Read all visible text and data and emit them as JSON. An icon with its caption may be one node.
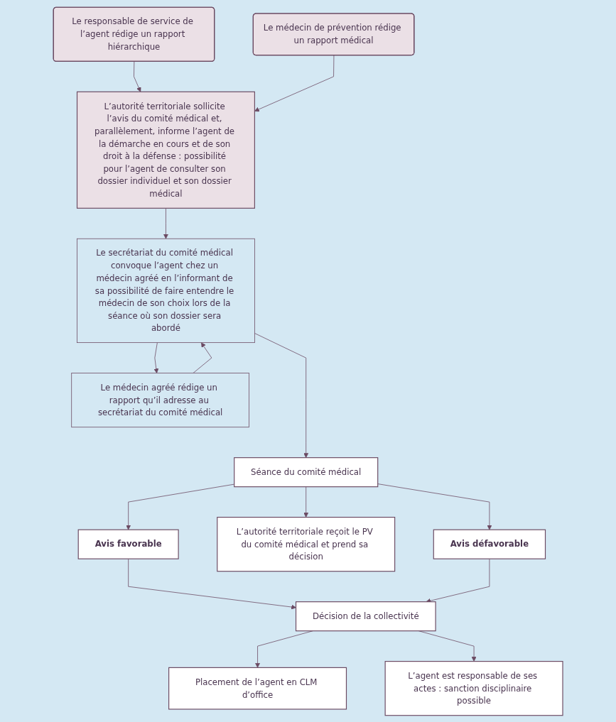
{
  "diagram": {
    "nodes": [
      {
        "text": [
          "Le responsable de service de l’agent rédige un rapport hiérarchique"
        ]
      },
      {
        "text": [
          "Le médecin de prévention rédige un rapport médical"
        ]
      },
      {
        "text": [
          "L’autorité territoriale sollicite l’avis du comité médical et, parallèlement, informe l’agent de la démarche en cours et de son droit à la défense : possibilité pour l’agent de consulter son dossier individuel et son dossier médical"
        ]
      },
      {
        "text": [
          "Le secrétariat du comité médical convoque l’agent chez un médecin agréé en l’informant de sa possibilité de faire entendre le médecin de son choix lors de la séance où son dossier sera abordé"
        ]
      },
      {
        "text": [
          "Le médecin agréé rédige un rapport qu’il adresse au secrétariat du comité médical"
        ]
      },
      {
        "text": [
          "Séance du comité médical"
        ]
      },
      {
        "text": [
          "Avis favorable"
        ]
      },
      {
        "text": [
          "Placement de l’agent en CLM d’office"
        ]
      },
      {
        "text": [
          "Décision de la collectivité"
        ]
      },
      {
        "text": [
          "L’autorité territoriale reçoit le PV du comité médical et prend sa décision"
        ]
      },
      {
        "text": [
          "Avis défavorable"
        ]
      },
      {
        "text": [
          "L’agent est responsable de ses actes : sanction disciplinaire possible"
        ]
      }
    ],
    "edges": [
      {
        "from": 0,
        "to": 2,
        "arrow": "to"
      },
      {
        "from": 1,
        "to": 2,
        "arrow": "to"
      },
      {
        "from": 2,
        "to": 3,
        "arrow": "to"
      },
      {
        "from": 3,
        "to": 4,
        "arrow": "to"
      },
      {
        "from": 4,
        "to": 3,
        "arrow": "to"
      },
      {
        "from": 3,
        "to": 5,
        "arrow": "to"
      },
      {
        "from": 5,
        "to": 6,
        "arrow": "to"
      },
      {
        "from": 5,
        "to": 10,
        "arrow": "to"
      },
      {
        "from": 5,
        "to": 9,
        "arrow": "to"
      },
      {
        "from": 6,
        "to": 8,
        "arrow": "to"
      },
      {
        "from": 10,
        "to": 8,
        "arrow": "to"
      },
      {
        "from": 8,
        "to": 7,
        "arrow": "to"
      },
      {
        "from": 8,
        "to": 11,
        "arrow": "to"
      }
    ]
  }
}
